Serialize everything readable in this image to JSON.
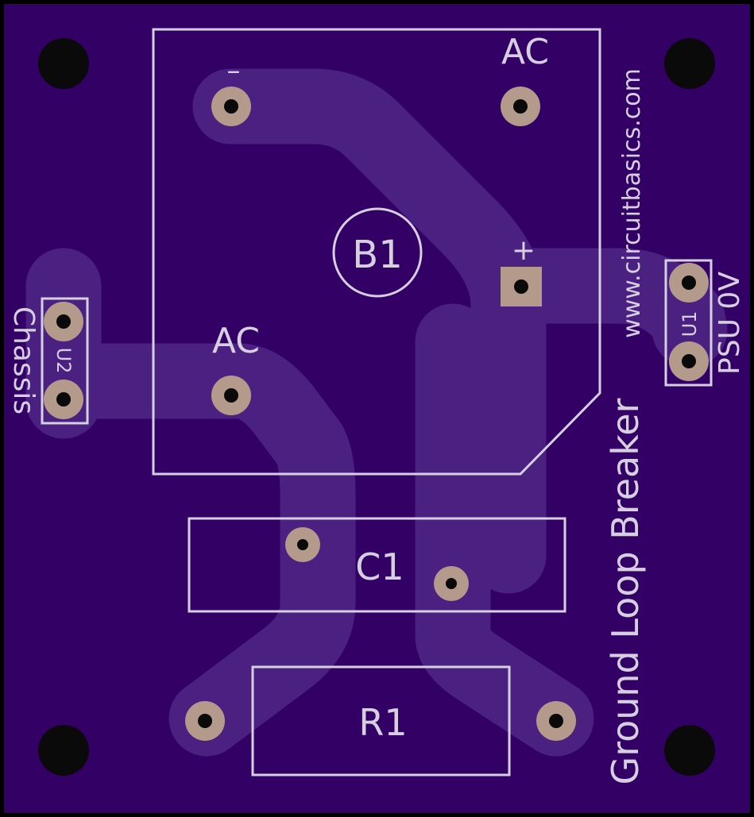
{
  "colors": {
    "board": "#330066",
    "trace": "#4a2080",
    "silkscreen": "#d6cfe0",
    "pad": "#b49a8a",
    "mount_hole": "#050505"
  },
  "labels": {
    "b1": "B1",
    "b1_ac_top": "AC",
    "b1_ac_left": "AC",
    "b1_minus": "–",
    "b1_plus": "+",
    "c1": "C1",
    "r1": "R1",
    "u1": "U1",
    "u2": "U2",
    "psu": "PSU 0V",
    "chassis": "Chassis",
    "website": "www.circuitbasics.com",
    "board_title": "Ground Loop Breaker"
  }
}
